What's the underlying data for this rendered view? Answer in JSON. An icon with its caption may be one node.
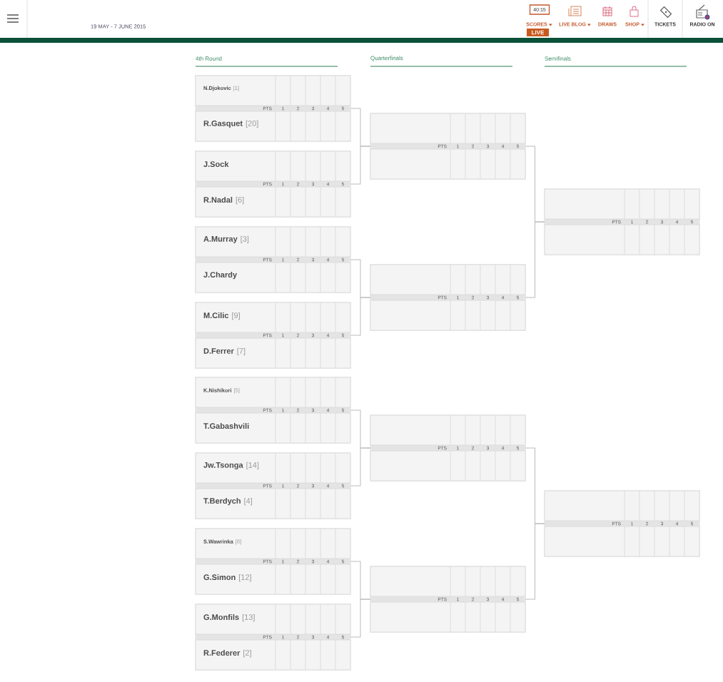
{
  "diagram": {
    "nodes": [
      {
        "text": [
          "PTS",
          "1",
          "2",
          "3",
          "4",
          "5"
        ]
      },
      {
        "text": [
          "N.Djokovic",
          "[1]"
        ],
        "in": 0
      },
      {
        "text": [
          "R.Gasquet",
          "[20]"
        ],
        "in": 0
      },
      {
        "text": [
          "PTS",
          "1",
          "2",
          "3",
          "4",
          "5"
        ]
      },
      {
        "text": [
          "J.Sock"
        ],
        "in": 3
      },
      {
        "text": [
          "R.Nadal",
          "[6]"
        ],
        "in": 3
      },
      {
        "text": [
          "PTS",
          "1",
          "2",
          "3",
          "4",
          "5"
        ]
      },
      {
        "text": [
          "A.Murray",
          "[3]"
        ],
        "in": 6
      },
      {
        "text": [
          "J.Chardy"
        ],
        "in": 6
      },
      {
        "text": [
          "PTS",
          "1",
          "2",
          "3",
          "4",
          "5"
        ]
      },
      {
        "text": [
          "M.Cilic",
          "[9]"
        ],
        "in": 9
      },
      {
        "text": [
          "D.Ferrer",
          "[7]"
        ],
        "in": 9
      },
      {
        "text": [
          "PTS",
          "1",
          "2",
          "3",
          "4",
          "5"
        ]
      },
      {
        "text": [
          "K.Nishikori",
          "[5]"
        ],
        "in": 12
      },
      {
        "text": [
          "T.Gabashvili"
        ],
        "in": 12
      },
      {
        "text": [
          "PTS",
          "1",
          "2",
          "3",
          "4",
          "5"
        ]
      },
      {
        "text": [
          "Jw.Tsonga",
          "[14]"
        ],
        "in": 15
      },
      {
        "text": [
          "T.Berdych",
          "[4]"
        ],
        "in": 15
      },
      {
        "text": [
          "PTS",
          "1",
          "2",
          "3",
          "4",
          "5"
        ]
      },
      {
        "text": [
          "S.Wawrinka",
          "[8]"
        ],
        "in": 18
      },
      {
        "text": [
          "G.Simon",
          "[12]"
        ],
        "in": 18
      },
      {
        "text": [
          "PTS",
          "1",
          "2",
          "3",
          "4",
          "5"
        ]
      },
      {
        "text": [
          "G.Monfils",
          "[13]"
        ],
        "in": 21
      },
      {
        "text": [
          "R.Federer",
          "[2]"
        ],
        "in": 21
      },
      {
        "text": [
          "PTS",
          "1",
          "2",
          "3",
          "4",
          "5"
        ]
      },
      {
        "text": [],
        "shape": "box",
        "in": 24
      },
      {
        "text": [],
        "shape": "box",
        "in": 24
      },
      {
        "text": [
          "PTS",
          "1",
          "2",
          "3",
          "4",
          "5"
        ]
      },
      {
        "text": [],
        "shape": "box",
        "in": 27
      },
      {
        "text": [],
        "shape": "box",
        "in": 27
      },
      {
        "text": [
          "PTS",
          "1",
          "2",
          "3",
          "4",
          "5"
        ]
      },
      {
        "text": [],
        "shape": "box",
        "in": 30
      },
      {
        "text": [],
        "shape": "box",
        "in": 30
      },
      {
        "text": [
          "PTS",
          "1",
          "2",
          "3",
          "4",
          "5"
        ]
      },
      {
        "text": [],
        "shape": "box",
        "in": 33
      },
      {
        "text": [],
        "shape": "box",
        "in": 33
      },
      {
        "text": [
          "PTS",
          "1",
          "2",
          "3",
          "4",
          "5"
        ]
      },
      {
        "text": [],
        "shape": "box",
        "in": 36
      },
      {
        "text": [],
        "shape": "box",
        "in": 36
      },
      {
        "text": [
          "PTS",
          "1",
          "2",
          "3",
          "4",
          "5"
        ]
      },
      {
        "text": [],
        "shape": "box",
        "in": 39
      },
      {
        "text": [],
        "shape": "box",
        "in": 39
      }
    ],
    "edges": [
      {
        "from": 0,
        "to": 24,
        "arrow": "none"
      },
      {
        "from": 3,
        "to": 24,
        "arrow": "none"
      },
      {
        "from": 6,
        "to": 27,
        "arrow": "none"
      },
      {
        "from": 9,
        "to": 27,
        "arrow": "none"
      },
      {
        "from": 12,
        "to": 30,
        "arrow": "none"
      },
      {
        "from": 15,
        "to": 30,
        "arrow": "none"
      },
      {
        "from": 18,
        "to": 33,
        "arrow": "none"
      },
      {
        "from": 21,
        "to": 33,
        "arrow": "none"
      },
      {
        "from": 24,
        "to": 36,
        "arrow": "none"
      },
      {
        "from": 27,
        "to": 36,
        "arrow": "none"
      },
      {
        "from": 30,
        "to": 39,
        "arrow": "none"
      },
      {
        "from": 33,
        "to": 39,
        "arrow": "none"
      }
    ],
    "labels": [
      "19 MAY - 7 JUNE 2015",
      "40:15",
      "SCORES",
      "LIVE",
      "LIVE BLOG",
      "DRAWS",
      "SHOP",
      "TICKETS",
      "RADIO ON",
      "4th Round",
      "Quarterfinals",
      "Semifinals"
    ]
  }
}
